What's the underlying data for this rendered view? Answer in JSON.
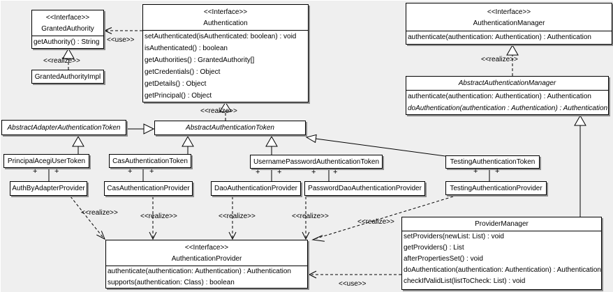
{
  "diagram": {
    "title": "Acegi Security authentication UML class diagram",
    "background_color": "#efefef",
    "box_fill_color": "#ffffff",
    "line_color": "#000000",
    "shadow_color": "#8e8e8e"
  },
  "classes": {
    "granted_authority": {
      "stereotype": "<<Interface>>",
      "name": "GrantedAuthority",
      "methods": [
        "getAuthority() : String"
      ]
    },
    "granted_authority_impl": {
      "name": "GrantedAuthorityImpl"
    },
    "authentication": {
      "stereotype": "<<Interface>>",
      "name": "Authentication",
      "methods": [
        "setAuthenticated(isAuthenticated: boolean) : void",
        "isAuthenticated() : boolean",
        "getAuthorities() : GrantedAuthority[]",
        "getCredentials() : Object",
        "getDetails() : Object",
        "getPrincipal() : Object"
      ]
    },
    "authentication_manager": {
      "stereotype": "<<Interface>>",
      "name": "AuthenticationManager",
      "methods": [
        "authenticate(authentication: Authentication) : Authentication"
      ]
    },
    "abstract_authentication_manager": {
      "name": "AbstractAuthenticationManager",
      "methods": [
        "authenticate(authentication: Authentication) : Authentication",
        "doAuthentication(authentication : Authentication) : Authentication"
      ]
    },
    "abstract_adapter_authentication_token": {
      "name": "AbstractAdapterAuthenticationToken"
    },
    "abstract_authentication_token": {
      "name": "AbstractAuthenticationToken"
    },
    "principal_acegi_user_token": {
      "name": "PrincipalAcegiUserToken"
    },
    "cas_authentication_token": {
      "name": "CasAuthenticationToken"
    },
    "username_password_authentication_token": {
      "name": "UsernamePasswordAuthenticationToken"
    },
    "testing_authentication_token": {
      "name": "TestingAuthenticationToken"
    },
    "auth_by_adapter_provider": {
      "name": "AuthByAdapterProvider"
    },
    "cas_authentication_provider": {
      "name": "CasAuthenticationProvider"
    },
    "dao_authentication_provider": {
      "name": "DaoAuthenticationProvider"
    },
    "password_dao_authentication_provider": {
      "name": "PasswordDaoAuthenticationProvider"
    },
    "testing_authentication_provider": {
      "name": "TestingAuthenticationProvider"
    },
    "authentication_provider": {
      "stereotype": "<<Interface>>",
      "name": "AuthenticationProvider",
      "methods": [
        "authenticate(authentication: Authentication) : Authentication",
        "supports(authentication: Class) : boolean"
      ]
    },
    "provider_manager": {
      "name": "ProviderManager",
      "methods": [
        "setProviders(newList: List) : void",
        "getProviders() : List",
        "afterPropertiesSet() : void",
        "doAuthentication(authentication: Authentication) : Authentication",
        "checkIfValidList(listToCheck: List) : void"
      ]
    }
  },
  "stereotype_labels": {
    "use_authentication_granted": "<<use>>",
    "realize_granted_impl": "<<realize>>",
    "realize_token_authentication": "<<realize>>",
    "realize_abstract_manager": "<<realize>>",
    "realize_auth_by_adapter": "<<realize>>",
    "realize_cas": "<<realize>>",
    "realize_dao": "<<realize>>",
    "realize_password_dao": "<<realize>>",
    "realize_testing": "<<realize>>",
    "use_provider_manager": "<<use>>"
  },
  "association_marker": "+"
}
